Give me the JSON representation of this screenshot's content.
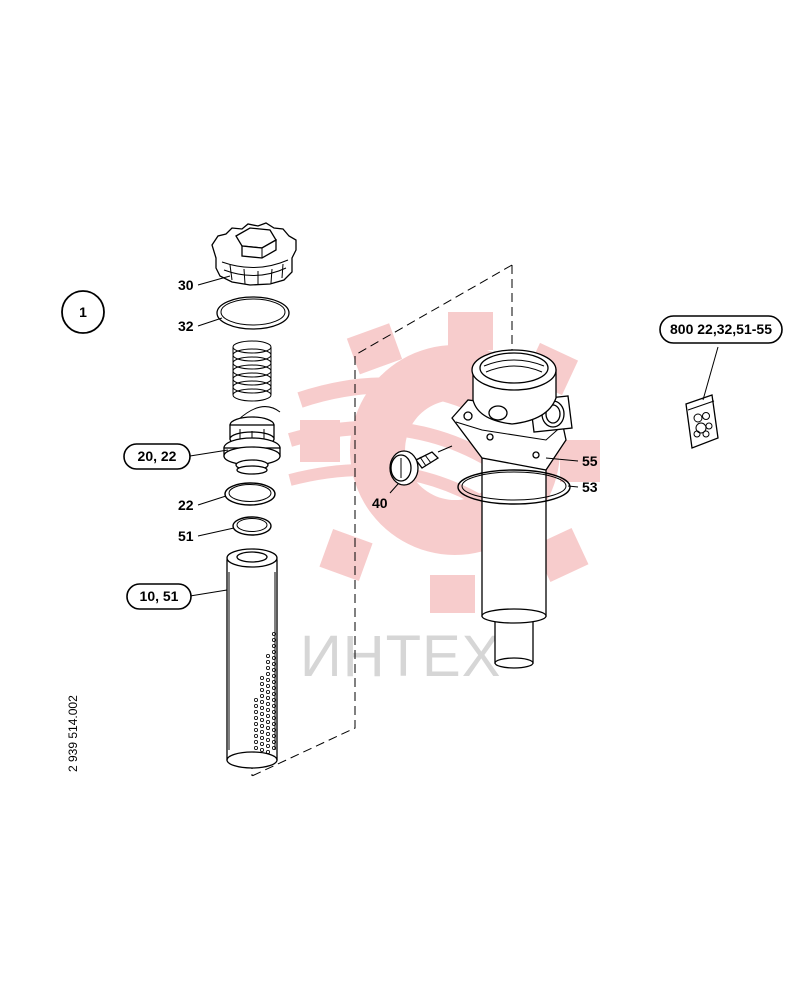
{
  "watermark": {
    "text": "ИНТЕХ"
  },
  "drawing_number": "2 939 514.002",
  "view_number": "1",
  "callouts": {
    "c30": "30",
    "c32": "32",
    "c2022": "20, 22",
    "c22": "22",
    "c51": "51",
    "c1051": "10, 51",
    "c40": "40",
    "c55": "55",
    "c53": "53",
    "c800": "800 22,32,51-55"
  },
  "colors": {
    "line": "#000000",
    "watermark_gear": "#f7c5c5",
    "watermark_text": "#d6d6d6"
  }
}
